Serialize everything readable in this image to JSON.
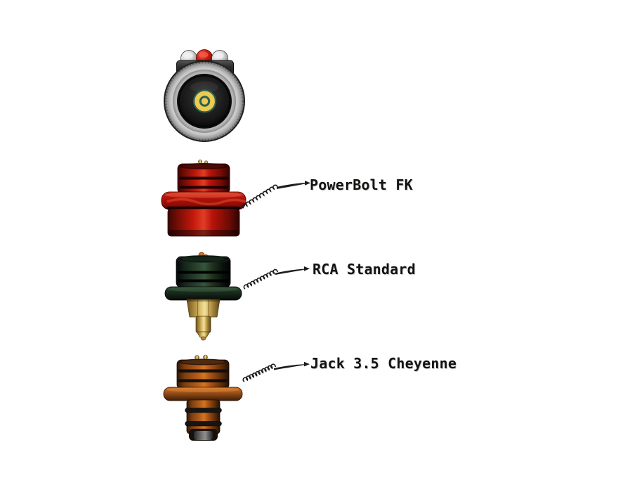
{
  "diagram": {
    "type": "connector-product-diagram",
    "callouts": [
      {
        "label": "PowerBolt FK"
      },
      {
        "label": "RCA Standard"
      },
      {
        "label": "Jack 3.5 Cheyenne"
      }
    ],
    "parts": {
      "top_view": "magnetic-connector-top-view",
      "connector_1": "powerbolt-fk-connector",
      "connector_2": "rca-standard-connector",
      "connector_3": "jack-3-5-cheyenne-connector"
    },
    "colors": {
      "background": "#ffffff",
      "label_text": "#151311",
      "leader_line": "#1d1d1d",
      "powerbolt_red": "#b81409",
      "rca_green": "#1d3023",
      "jack_orange": "#a85617",
      "brass": "#cfa94f",
      "top_ring_silver": "#b9b9b9",
      "top_face_black": "#1a1a1a",
      "center_yellow": "#eccb4f",
      "center_teal": "#2c5f55",
      "button_red": "#d42012",
      "button_silver": "#cfcfcf"
    }
  }
}
